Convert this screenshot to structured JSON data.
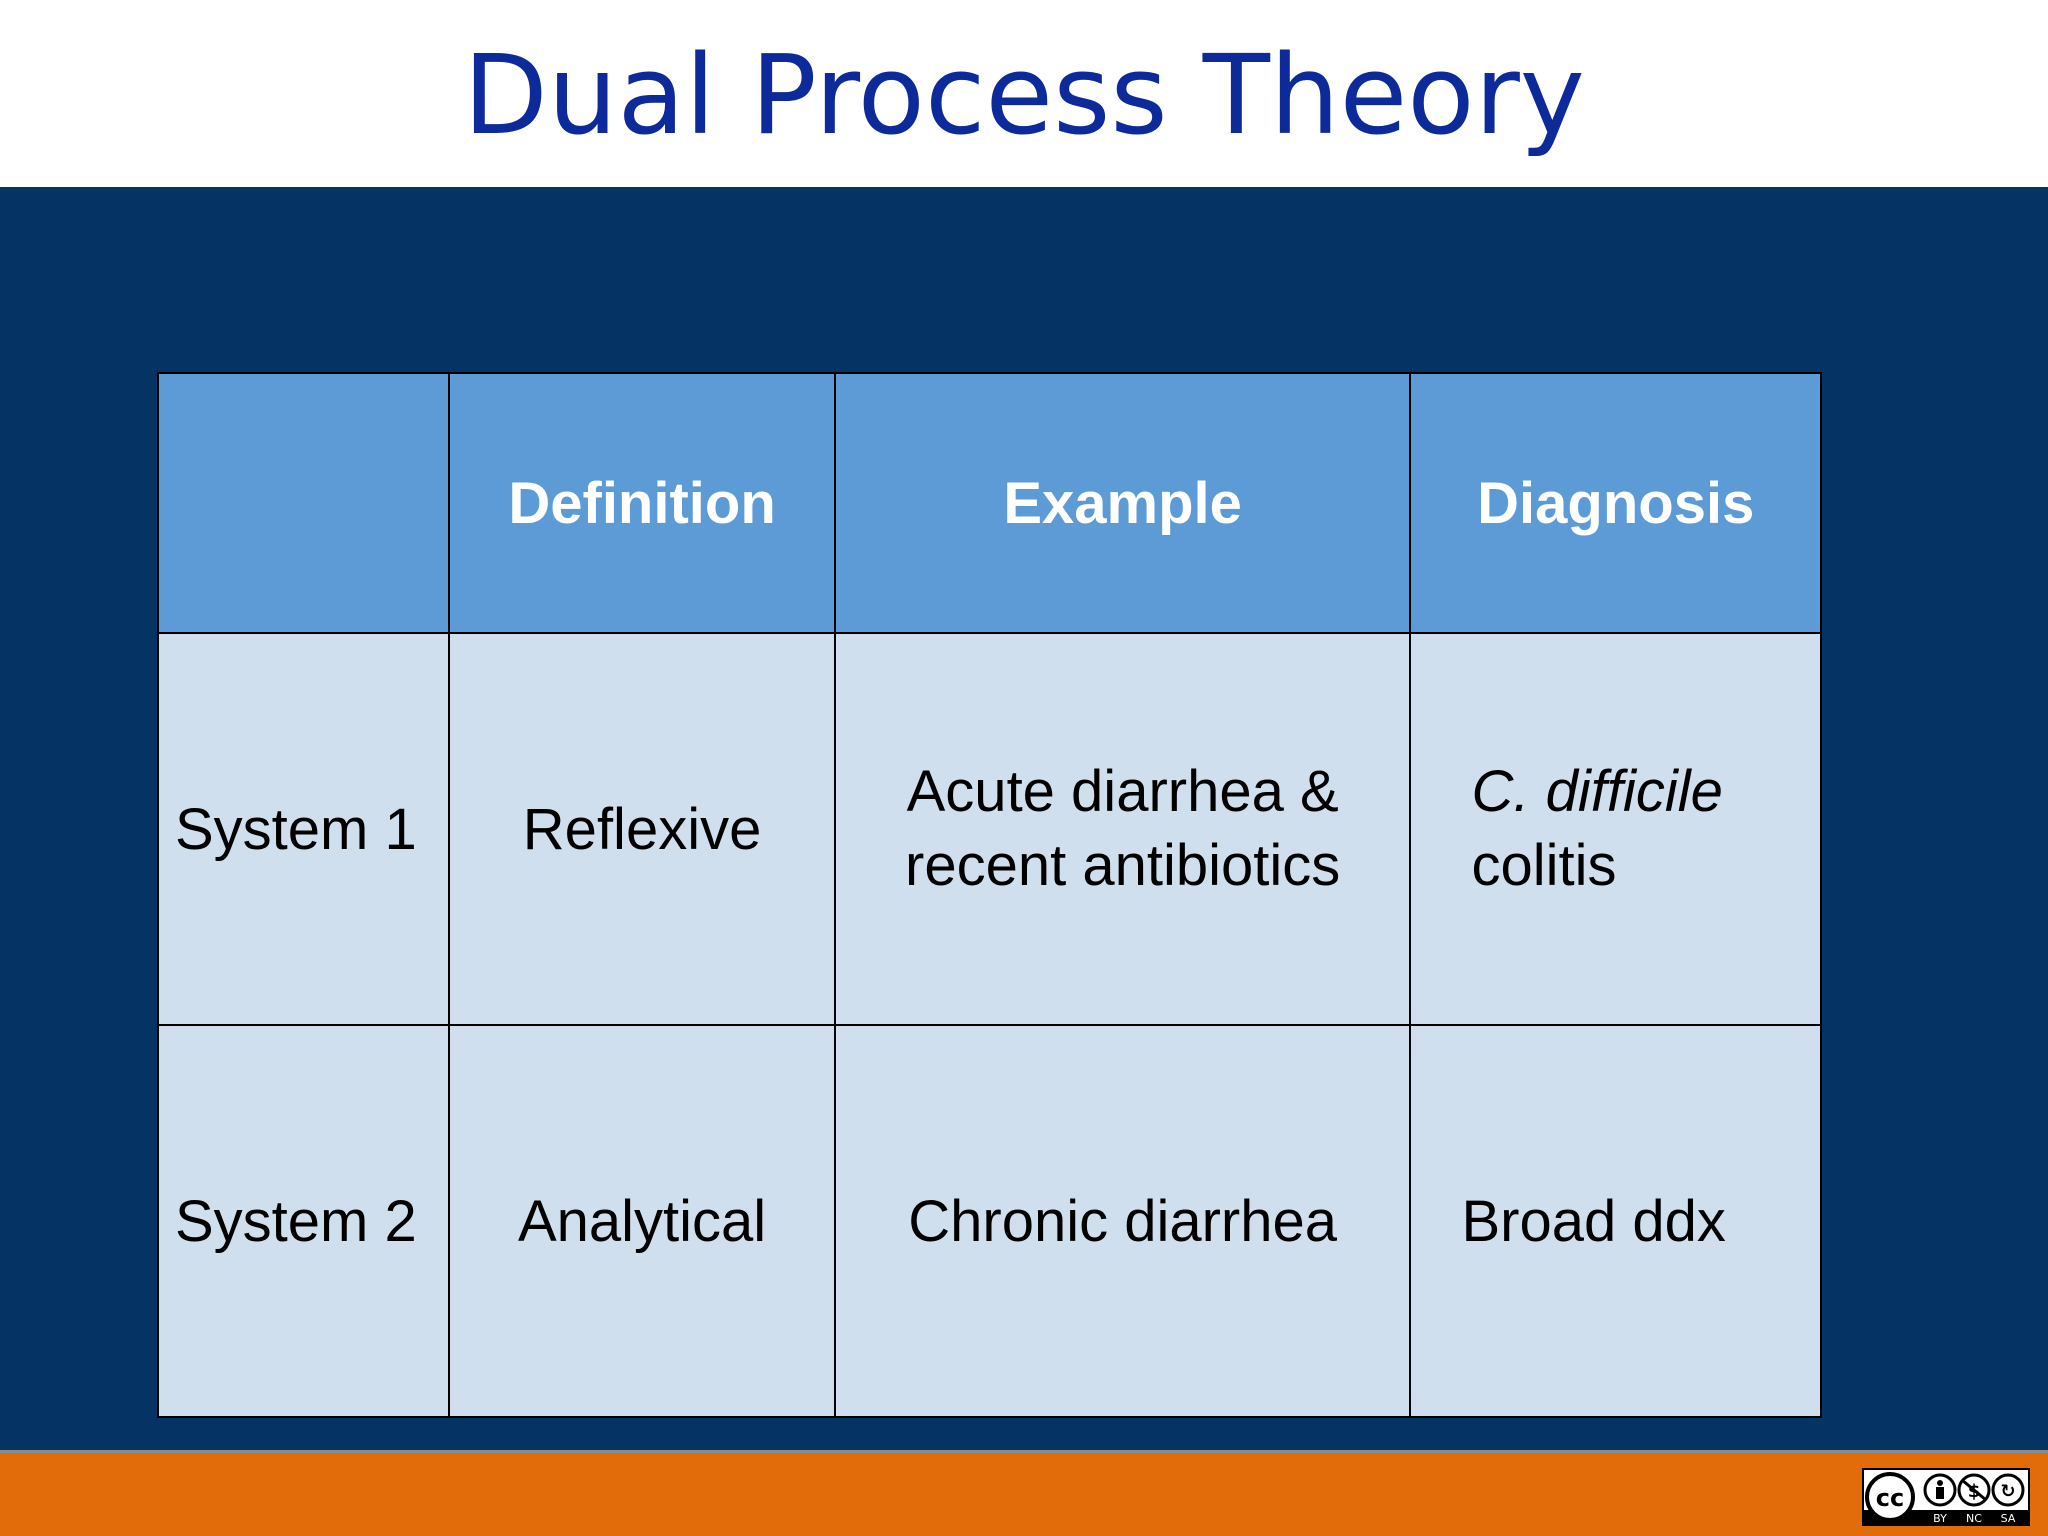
{
  "slide": {
    "title": "Dual Process Theory"
  },
  "table": {
    "headers": [
      "",
      "Definition",
      "Example",
      "Diagnosis"
    ],
    "rows": [
      {
        "label": "System 1",
        "definition": "Reflexive",
        "example_line1": "Acute diarrhea &",
        "example_line2": "recent antibiotics",
        "diagnosis_line1": "C. difficile",
        "diagnosis_line2": "colitis"
      },
      {
        "label": "System 2",
        "definition": "Analytical",
        "example": "Chronic diarrhea",
        "diagnosis": "Broad ddx"
      }
    ]
  },
  "colors": {
    "title": "#0d2a9a",
    "panel": "#053363",
    "header_cell": "#5c9bd5",
    "body_cell": "#d0dfee",
    "footer": "#e36c0a"
  },
  "license_badge": {
    "icon": "creative-commons-by-nc-sa-icon",
    "labels": [
      "BY",
      "NC",
      "SA"
    ]
  }
}
